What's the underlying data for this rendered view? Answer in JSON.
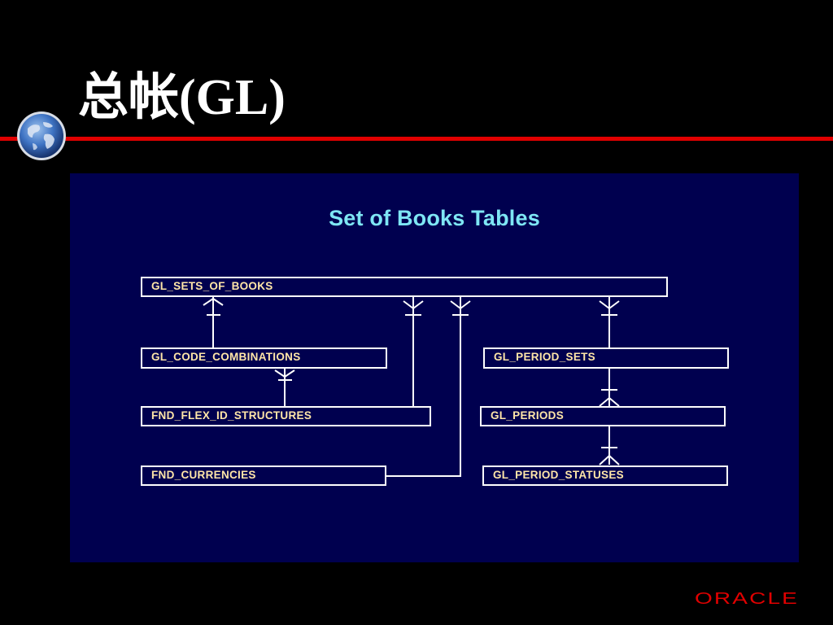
{
  "slide": {
    "title": "总帐(GL)"
  },
  "diagram": {
    "title": "Set of Books Tables",
    "tables": {
      "sets_of_books": "GL_SETS_OF_BOOKS",
      "code_combinations": "GL_CODE_COMBINATIONS",
      "flex_id_structures": "FND_FLEX_ID_STRUCTURES",
      "currencies": "FND_CURRENCIES",
      "period_sets": "GL_PERIOD_SETS",
      "periods": "GL_PERIODS",
      "period_statuses": "GL_PERIOD_STATUSES"
    }
  },
  "footer": {
    "logo_text": "ORACLE"
  },
  "colors": {
    "background": "#000000",
    "panel": "#00004f",
    "rule": "#e00000",
    "diagram_title": "#7ee6f4",
    "table_text": "#ffe6a8",
    "logo": "#e00000"
  }
}
